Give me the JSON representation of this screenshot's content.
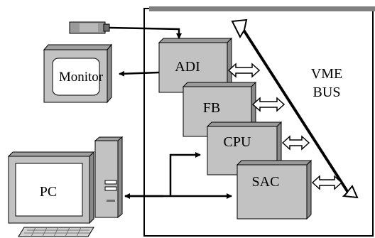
{
  "diagram": {
    "modules": [
      {
        "id": "adi",
        "label": "ADI"
      },
      {
        "id": "fb",
        "label": "FB"
      },
      {
        "id": "cpu",
        "label": "CPU"
      },
      {
        "id": "sac",
        "label": "SAC"
      }
    ],
    "bus_label_line1": "VME",
    "bus_label_line2": "BUS",
    "monitor_label": "Monitor",
    "pc_label": "PC"
  }
}
